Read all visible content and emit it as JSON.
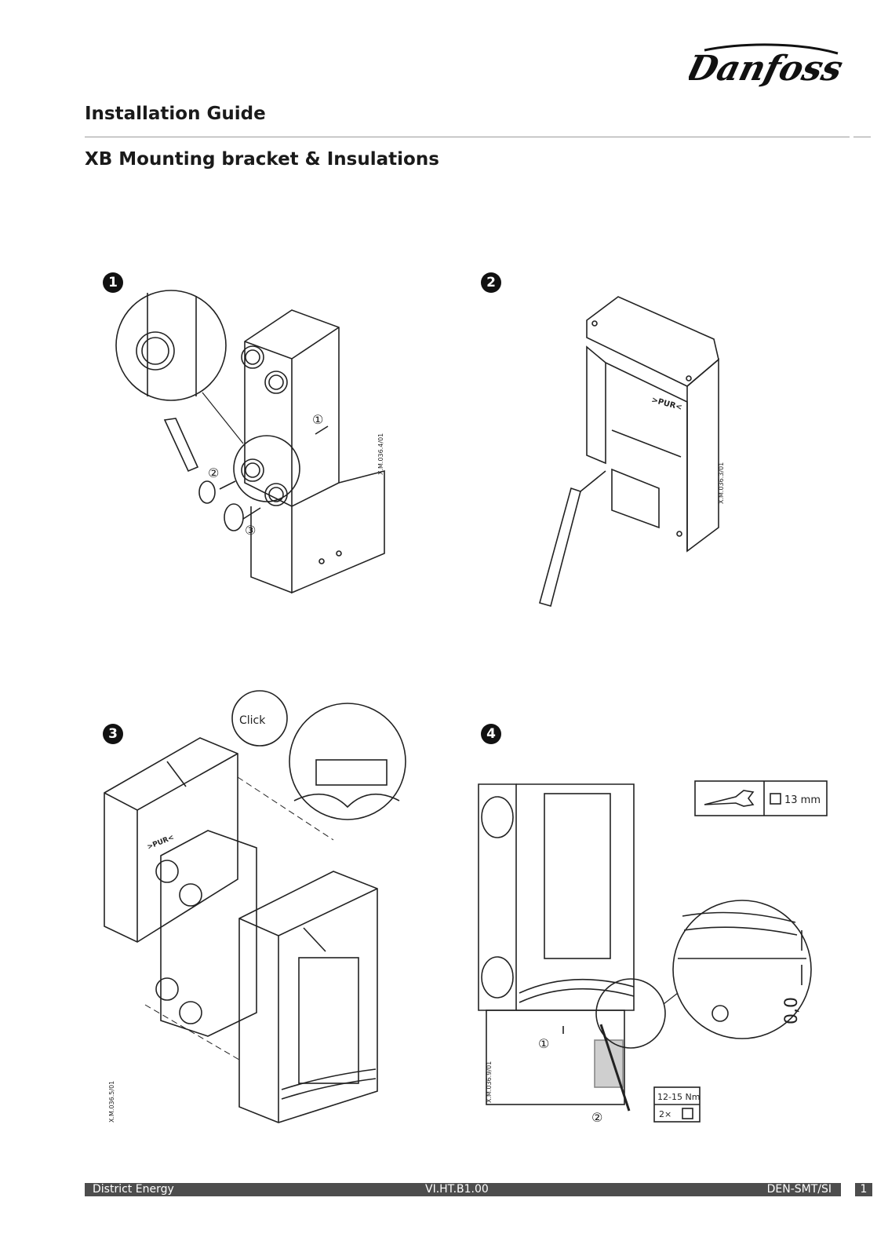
{
  "header": {
    "brand": "Danfoss",
    "title": "Installation Guide",
    "subtitle": "XB Mounting bracket & Insulations"
  },
  "steps": [
    {
      "number": "1",
      "callouts": [
        "①",
        "②",
        "③"
      ],
      "ref": "X.M.036.4/01"
    },
    {
      "number": "2",
      "pur_label": ">PUR<",
      "ref": "X.M.036.3/01"
    },
    {
      "number": "3",
      "click_label": "Click",
      "pur_label": ">PUR<",
      "ref": "X.M.036.5/01"
    },
    {
      "number": "4",
      "wrench_size": "13 mm",
      "gap_label": "0,0",
      "callouts": [
        "①",
        "②"
      ],
      "torque": "12-15 Nm",
      "count": "2×",
      "ref": "X.M.036.9/01"
    }
  ],
  "footer": {
    "left": "District Energy",
    "center": "VI.HT.B1.00",
    "right": "DEN-SMT/SI",
    "page": "1"
  }
}
